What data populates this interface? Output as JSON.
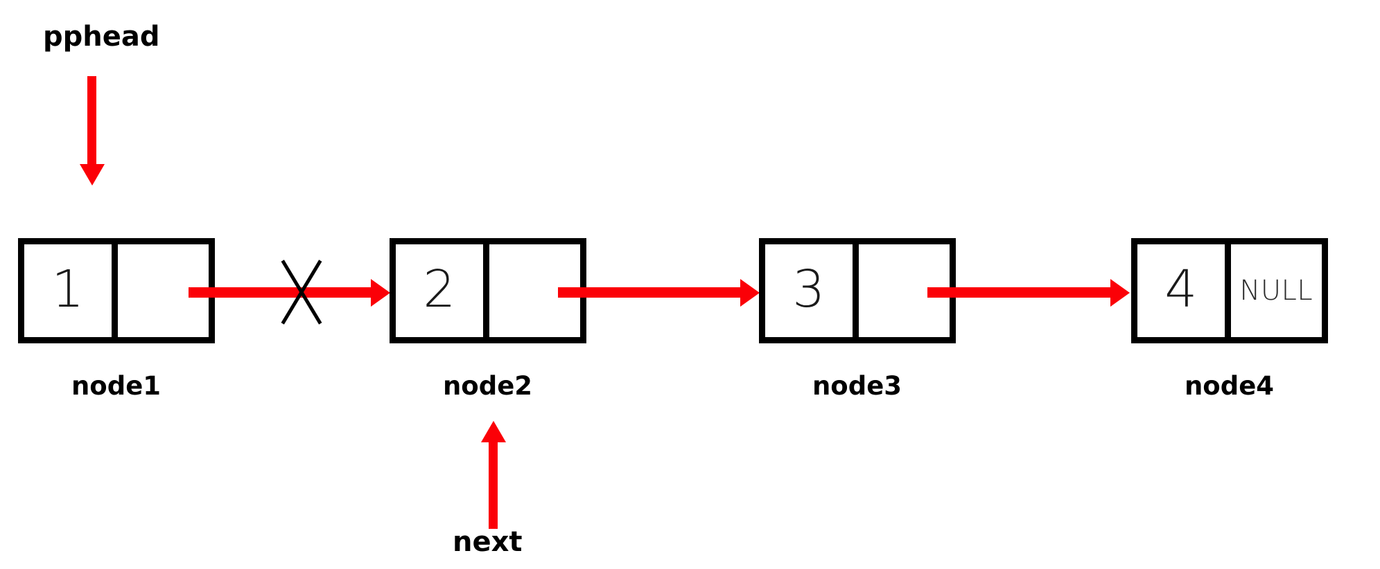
{
  "diagram": {
    "title": "singly-linked-list-node-removal",
    "colors": {
      "arrow_red": "#fb0007",
      "box_black": "#000000",
      "background": "#ffffff"
    },
    "nodes": [
      {
        "data": "1",
        "pointer": "",
        "label": "node1"
      },
      {
        "data": "2",
        "pointer": "",
        "label": "node2"
      },
      {
        "data": "3",
        "pointer": "",
        "label": "node3"
      },
      {
        "data": "4",
        "pointer": "NULL",
        "label": "node4"
      }
    ],
    "pointers": [
      {
        "name": "pphead",
        "label": "pphead",
        "direction": "down",
        "target": "node1"
      },
      {
        "name": "next",
        "label": "next",
        "direction": "up",
        "target": "node2"
      }
    ],
    "links": [
      {
        "from": "node1",
        "to": "node2",
        "crossed_out": true
      },
      {
        "from": "node2",
        "to": "node3",
        "crossed_out": false
      },
      {
        "from": "node3",
        "to": "node4",
        "crossed_out": false
      }
    ],
    "annotations": {
      "cross_mark": "X"
    }
  }
}
